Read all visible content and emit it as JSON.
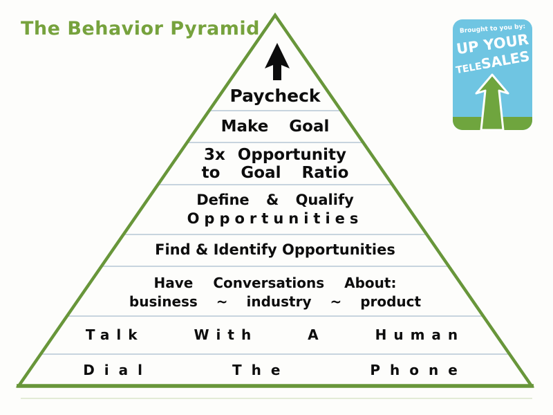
{
  "title": "The Behavior Pyramid",
  "logo": {
    "tagline": "Brought to you by:",
    "brand_line1": "UP YOUR",
    "brand_line2a": "TELE",
    "brand_line2b": "SALES",
    "colors": {
      "card_blue": "#6fc5e2",
      "arrow_green": "#6fa53e"
    }
  },
  "pyramid": {
    "colors": {
      "border_green": "#68963a",
      "divider_blue_gray": "#b5c7d4",
      "title_green": "#76a23d",
      "text_black": "#0d0d0d"
    },
    "arrow_icon": "up-arrow",
    "rows": [
      {
        "name": "paycheck",
        "lines": [
          "Paycheck"
        ]
      },
      {
        "name": "make-goal",
        "lines": [
          "Make Goal"
        ]
      },
      {
        "name": "ratio",
        "lines": [
          "3x Opportunity",
          "to Goal Ratio"
        ]
      },
      {
        "name": "define-qualify",
        "lines": [
          "Define & Qualify",
          "Opportunities"
        ]
      },
      {
        "name": "find-identify",
        "lines": [
          "Find & Identify Opportunities"
        ]
      },
      {
        "name": "conversations",
        "lines": [
          "Have Conversations About:",
          "business ~ industry ~ product"
        ]
      },
      {
        "name": "talk-human",
        "lines": [
          "Talk With A Human"
        ]
      },
      {
        "name": "dial-phone",
        "lines": [
          "Dial The Phone"
        ]
      }
    ]
  }
}
